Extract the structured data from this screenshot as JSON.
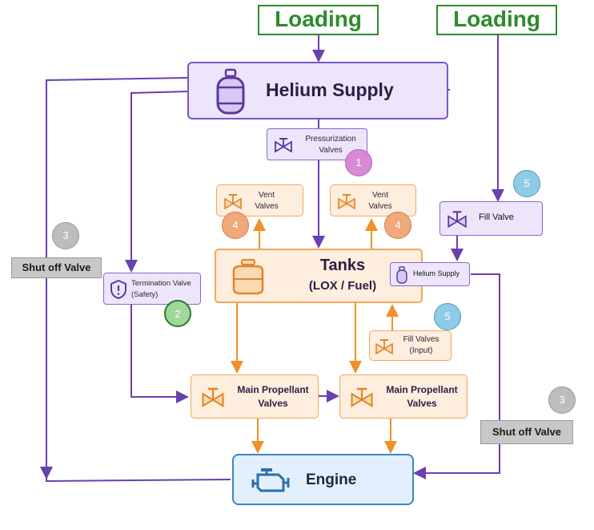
{
  "loading_left": "Loading",
  "loading_right": "Loading",
  "helium_supply": "Helium Supply",
  "pressurization_valves": "Pressurization\nValves",
  "vent_valves_left": "Vent\nValves",
  "vent_valves_right": "Vent\nValves",
  "fill_valve": "Fill Valve",
  "tanks_title": "Tanks",
  "tanks_subtitle": "(LOX / Fuel)",
  "helium_supply_small": "Helium Supply",
  "termination_valve": "Termination Valve\n(Safety)",
  "fill_valves_input": "Fill Valves\n(Input)",
  "main_propellant_left": "Main Propellant\nValves",
  "main_propellant_right": "Main Propellant\nValves",
  "engine": "Engine",
  "shut_off_left": "Shut off Valve",
  "shut_off_right": "Shut off Valve",
  "badges": {
    "b1": "1",
    "b2": "2",
    "b3_left": "3",
    "b3_right": "3",
    "b4_left": "4",
    "b4_right": "4",
    "b5_top": "5",
    "b5_bottom": "5"
  },
  "colors": {
    "purple_line": "#6a3fb0",
    "orange_line": "#f0902a",
    "green": "#2e8b2e",
    "blue": "#3b86c4"
  }
}
